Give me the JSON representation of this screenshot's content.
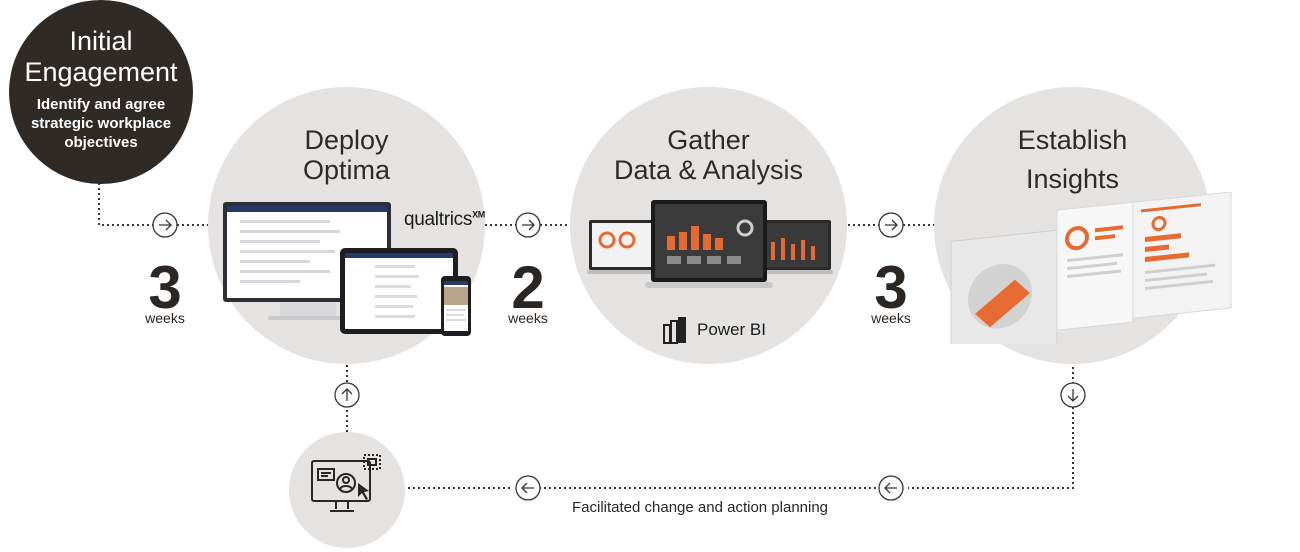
{
  "stages": {
    "initial": {
      "title_line1": "Initial",
      "title_line2": "Engagement",
      "subtitle_line1": "Identify and agree",
      "subtitle_line2": "strategic workplace",
      "subtitle_line3": "objectives"
    },
    "deploy": {
      "title_line1": "Deploy",
      "title_line2": "Optima",
      "brand": "qualtrics",
      "brand_mark": "XM"
    },
    "gather": {
      "title_line1": "Gather",
      "title_line2": "Data & Analysis",
      "brand": "Power BI"
    },
    "insights": {
      "title_line1": "Establish",
      "title_line2": "Insights"
    }
  },
  "durations": [
    {
      "number": "3",
      "unit": "weeks"
    },
    {
      "number": "2",
      "unit": "weeks"
    },
    {
      "number": "3",
      "unit": "weeks"
    }
  ],
  "feedback": {
    "caption": "Facilitated change and action planning"
  },
  "colors": {
    "circle": "#e4e3e1",
    "dark": "#2f2a26",
    "accent": "#e86a33",
    "line": "#3a3532"
  },
  "icons": [
    "arrow-right-icon",
    "arrow-up-icon",
    "arrow-down-icon",
    "arrow-left-icon",
    "workshop-monitor-icon",
    "power-bi-icon"
  ]
}
